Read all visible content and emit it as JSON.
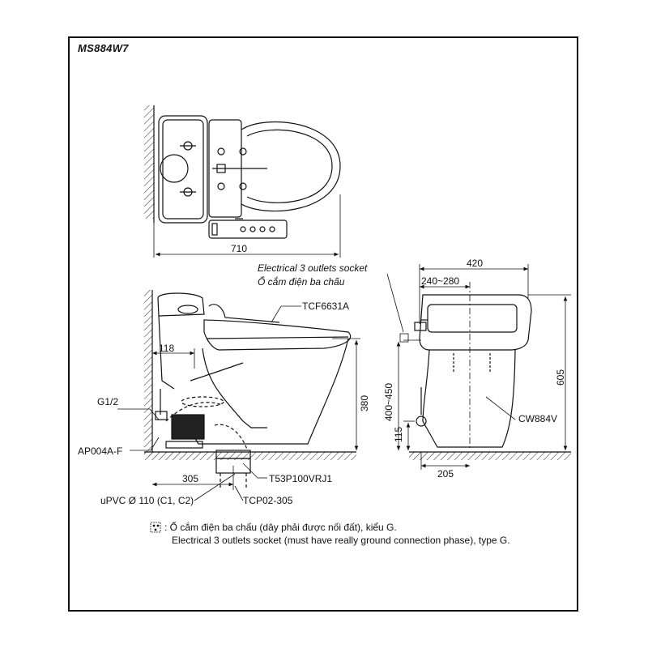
{
  "model": "MS884W7",
  "dimensions": {
    "top_width": "710",
    "seat_depth": "420",
    "outlet_range": "240~280",
    "wall_to_drain": "118",
    "height": "380",
    "inlet_height_range": "400~450",
    "inlet_low": "115",
    "total_height": "605",
    "drain_center": "305",
    "side_drain": "205"
  },
  "labels": {
    "socket_en": "Electrical 3 outlets socket",
    "socket_vi": "Ổ cắm điện ba chấu",
    "seat": "TCF6631A",
    "thread": "G1/2",
    "valve": "AP004A-F",
    "flange": "T53P100VRJ1",
    "pipe": "uPVC Ø 110 (C1, C2)",
    "pipe_adapter": "TCP02-305",
    "bowl": "CW884V"
  },
  "legend": {
    "line_vi": ": Ổ cắm điện ba chấu (dây phải được nối đất), kiểu G.",
    "line_en": "Electrical 3 outlets socket (must have really ground connection phase), type G."
  }
}
